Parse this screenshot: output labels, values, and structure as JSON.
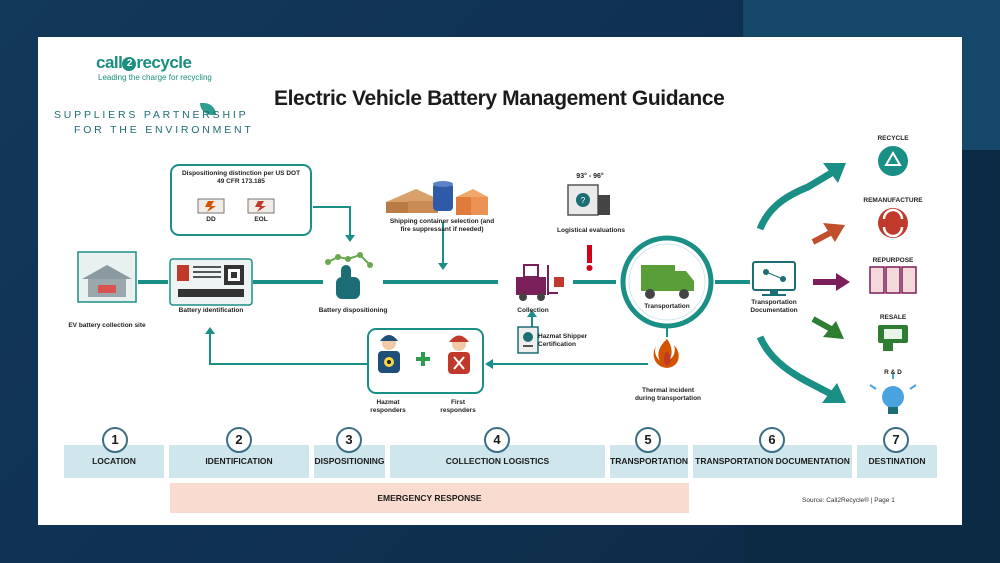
{
  "header": {
    "logo_text": "call2recycle",
    "logo_tagline": "Leading the charge for recycling",
    "partner_line1": "SUPPLIERS PARTNERSHIP",
    "partner_line2": "FOR THE ENVIRONMENT",
    "title": "Electric Vehicle Battery Management Guidance"
  },
  "callouts": {
    "dispositioning_box": "Dispositioning distinction per US DOT 49 CFR 173.185",
    "dd": "DD",
    "eol": "EOL",
    "shipping": "Shipping container selection (and fire suppressant if needed)",
    "temp": "93° - 96°",
    "logistical": "Logistical evaluations",
    "hazmat_cert": "Hazmat Shipper Certification",
    "thermal": "Thermal incident during transportation",
    "hazmat_resp": "Hazmat responders",
    "first_resp": "First responders"
  },
  "nodes": {
    "collection_site": "EV battery collection site",
    "identification": "Battery identification",
    "dispositioning": "Battery dispositioning",
    "collection": "Collection",
    "transportation": "Transportation",
    "documentation": "Transportation Documentation"
  },
  "destinations": {
    "recycle": "RECYCLE",
    "remanufacture": "REMANUFACTURE",
    "repurpose": "REPURPOSE",
    "resale": "RESALE",
    "rd": "R & D"
  },
  "steps": [
    {
      "num": "1",
      "label": "LOCATION"
    },
    {
      "num": "2",
      "label": "IDENTIFICATION"
    },
    {
      "num": "3",
      "label": "DISPOSITIONING"
    },
    {
      "num": "4",
      "label": "COLLECTION LOGISTICS"
    },
    {
      "num": "5",
      "label": "TRANSPORTATION"
    },
    {
      "num": "6",
      "label": "TRANSPORTATION DOCUMENTATION"
    },
    {
      "num": "7",
      "label": "DESTINATION"
    }
  ],
  "emergency": "EMERGENCY RESPONSE",
  "source": "Source: Call2Recycle® | Page 1",
  "colors": {
    "teal": "#1a8f86",
    "dark_teal": "#1c6e74",
    "purple": "#7b1f5a",
    "red": "#c0392b",
    "green": "#2e7d32",
    "band": "#cfe6ec",
    "emergency": "#f9dccf"
  }
}
